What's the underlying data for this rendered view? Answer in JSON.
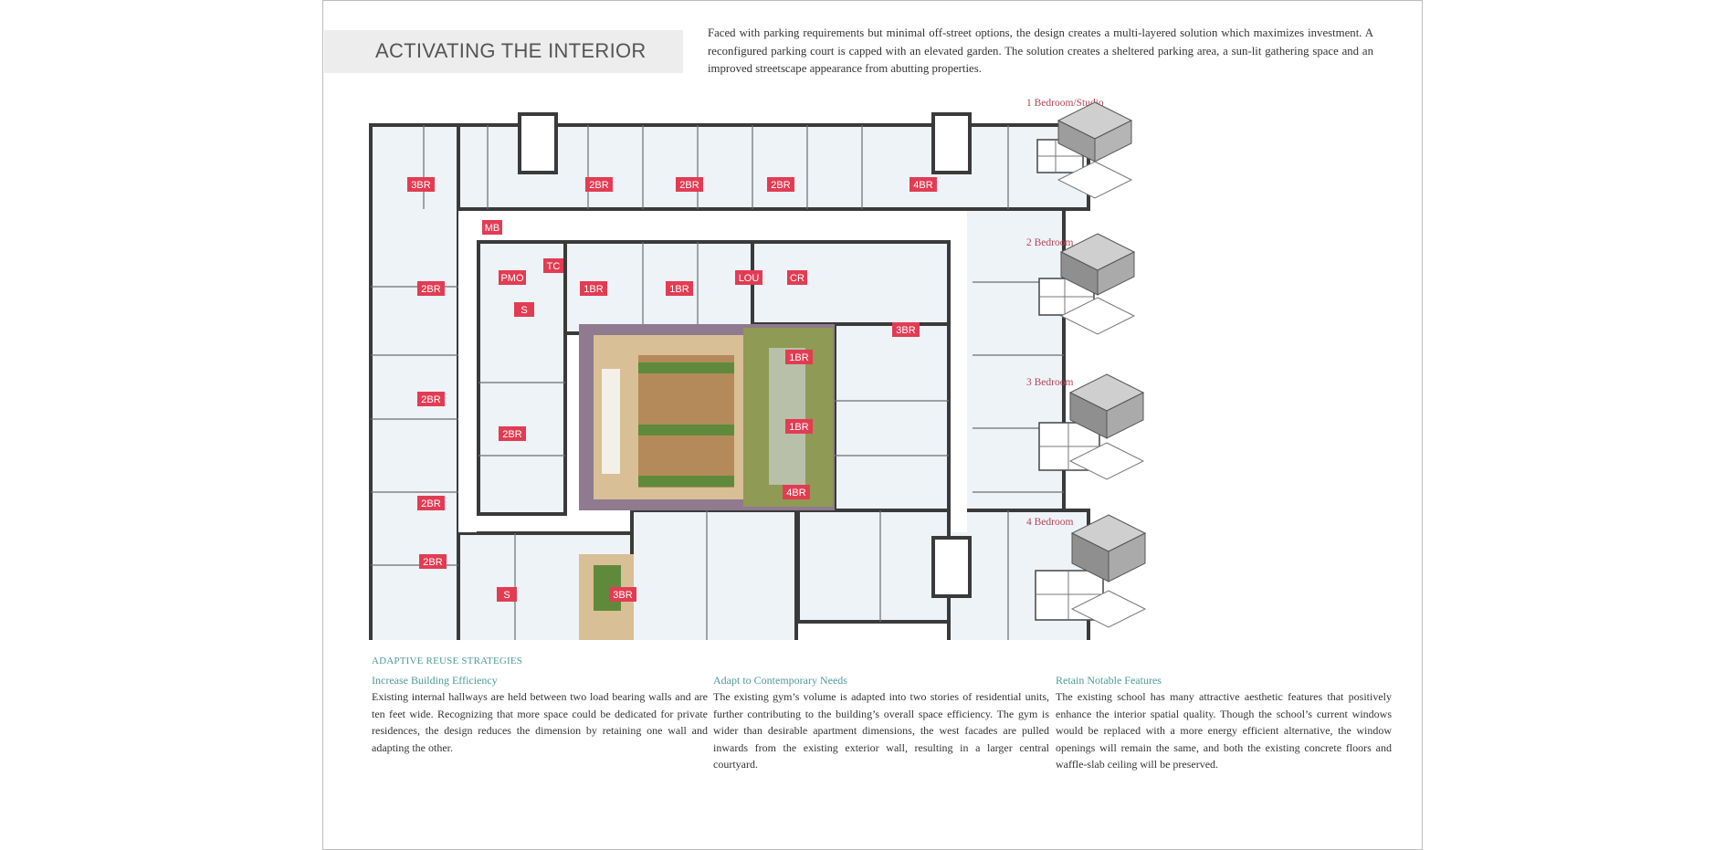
{
  "title": "ACTIVATING THE INTERIOR",
  "intro": "Faced with parking requirements but minimal off-street options, the design creates a multi-layered solution which maximizes investment. A reconfigured parking court is capped with an elevated garden. The solution creates a sheltered parking area, a sun-lit gathering space and an improved streetscape appearance from abutting properties.",
  "plan_labels": [
    "3BR",
    "2BR",
    "2BR",
    "2BR",
    "4BR",
    "MB",
    "TC",
    "PMO",
    "LOU",
    "CR",
    "2BR",
    "1BR",
    "1BR",
    "S",
    "3BR",
    "1BR",
    "2BR",
    "2BR",
    "1BR",
    "2BR",
    "4BR",
    "2BR",
    "S",
    "3BR"
  ],
  "unit_types": [
    "1 Bedroom/Studio",
    "2 Bedroom",
    "3 Bedroom",
    "4 Bedroom"
  ],
  "strategies": {
    "kicker": "ADAPTIVE REUSE STRATEGIES",
    "items": [
      {
        "heading": "Increase Building Efficiency",
        "text": "Existing internal hallways are held between two load bearing walls and are ten feet wide. Recognizing that more space could be dedicated for private residences, the design reduces the dimension by retaining one wall and adapting the other."
      },
      {
        "heading": "Adapt to Contemporary Needs",
        "text": "The existing gym’s volume is adapted into two stories of residential units, further contributing to the building’s overall space efficiency. The gym is wider than desirable apartment dimensions, the west facades are pulled inwards from the existing exterior wall, resulting in a larger central courtyard."
      },
      {
        "heading": "Retain Notable Features",
        "text": "The existing school has many attractive aesthetic features that positively enhance the interior spatial quality. Though the school’s current windows would be replaced with a more energy efficient alternative, the window openings will remain the same, and both the existing concrete floors and waffle-slab ceiling will be preserved."
      }
    ]
  },
  "colors": {
    "accent": "#e23c53",
    "teal": "#4f9a9b",
    "unit_label": "#b5455a",
    "band": "#ededed"
  }
}
